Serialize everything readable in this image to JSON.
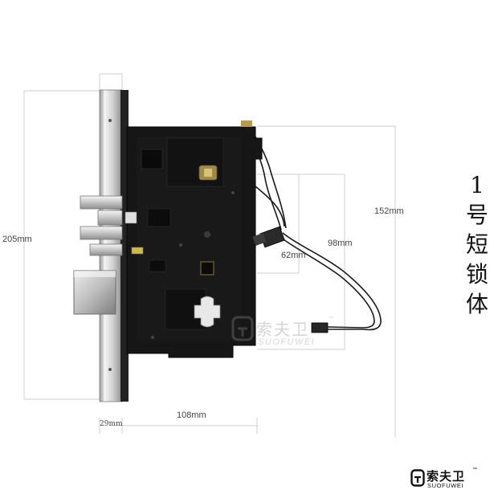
{
  "product": {
    "title_chars": [
      "1",
      "号",
      "短",
      "锁",
      "体"
    ]
  },
  "dimensions": {
    "height_total": "205mm",
    "height_body": "152mm",
    "width_body": "108mm",
    "width_faceplate": "29mm",
    "width_inner": "98mm",
    "width_inner_small": "62mm"
  },
  "brand": {
    "name_cn": "索夫卫",
    "name_en": "SUOFUWEI",
    "tm": "™"
  },
  "colors": {
    "lock_body": "#161616",
    "faceplate": "#d8d8d8",
    "dimension_line": "#cccccc",
    "background": "#ffffff"
  }
}
